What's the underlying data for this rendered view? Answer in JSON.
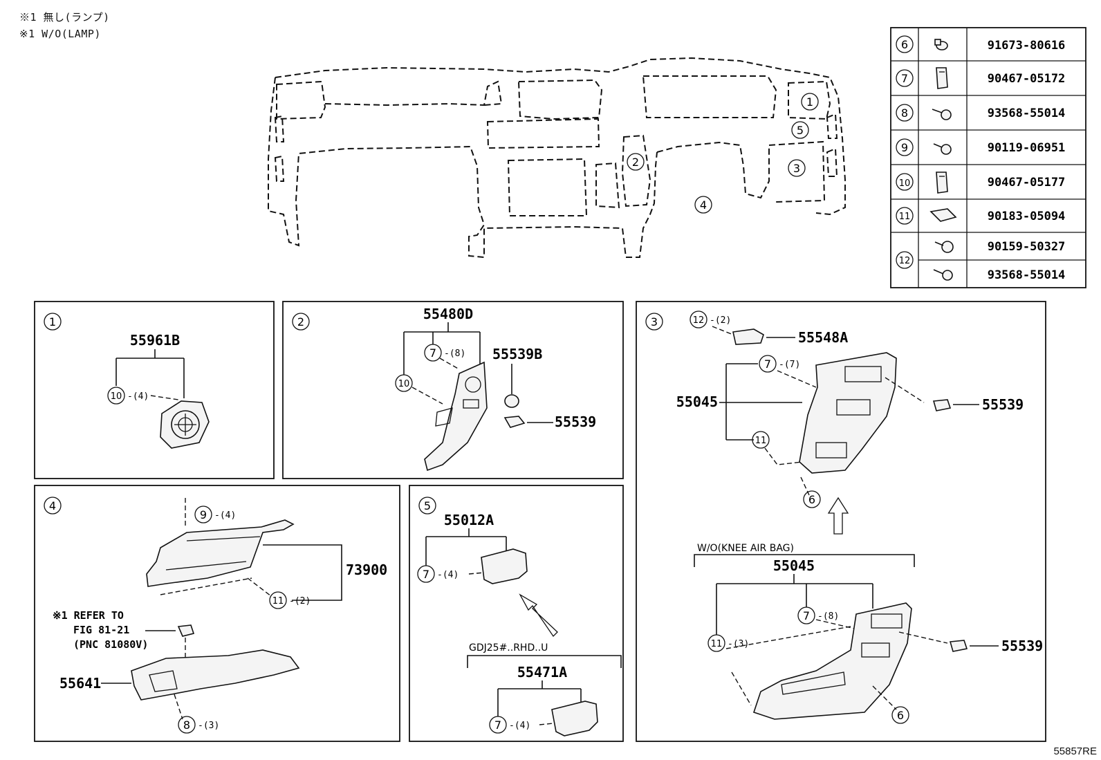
{
  "notes": {
    "line1": "※1 無し(ランプ)",
    "line2": "※1 W/O(LAMP)"
  },
  "fastener_table": [
    {
      "ref": "6",
      "part": "91673-80616",
      "icon": "clip-screw-icon"
    },
    {
      "ref": "7",
      "part": "90467-05172",
      "icon": "clip-icon"
    },
    {
      "ref": "8",
      "part": "93568-55014",
      "icon": "screw-icon"
    },
    {
      "ref": "9",
      "part": "90119-06951",
      "icon": "bolt-icon"
    },
    {
      "ref": "10",
      "part": "90467-05177",
      "icon": "clip-icon"
    },
    {
      "ref": "11",
      "part": "90183-05094",
      "icon": "nut-clip-icon"
    },
    {
      "ref": "12",
      "part": "90159-50327",
      "part2": "93568-55014",
      "icon": "screw-icon"
    }
  ],
  "overview": {
    "callouts": [
      "1",
      "2",
      "3",
      "4",
      "5"
    ]
  },
  "panels": {
    "p1": {
      "num": "1",
      "part": "55961B",
      "clip": "10",
      "qty": "-(4)"
    },
    "p2": {
      "num": "2",
      "part": "55480D",
      "clip7": "7",
      "qty7": "-(8)",
      "clip10": "10",
      "part_b": "55539B",
      "part_c": "55539"
    },
    "p3": {
      "num": "3",
      "c12": "12",
      "qty12": "-(2)",
      "part_a": "55548A",
      "c7": "7",
      "qty7": "-(7)",
      "part_main": "55045",
      "c11": "11",
      "part_r": "55539",
      "c6": "6",
      "variant_label": "W/O(KNEE AIR BAG)",
      "v_part": "55045",
      "v_c7": "7",
      "v_qty7": "-(8)",
      "v_c11": "11",
      "v_qty11": "-(3)",
      "v_part_r": "55539",
      "v_c6": "6"
    },
    "p4": {
      "num": "4",
      "c9": "9",
      "qty9": "-(4)",
      "part_r": "73900",
      "c11": "11",
      "qty11": "-(2)",
      "ref1": "※1 REFER TO",
      "ref2": "FIG 81-21",
      "ref3": "(PNC 81080V)",
      "part_l": "55641",
      "c8": "8",
      "qty8": "-(3)"
    },
    "p5": {
      "num": "5",
      "part": "55012A",
      "c7": "7",
      "qty7": "-(4)",
      "variant_label": "GDJ25#..RHD..U",
      "v_part": "55471A",
      "v_c7": "7",
      "v_qty7": "-(4)"
    }
  },
  "diagram_code": "55857RE"
}
